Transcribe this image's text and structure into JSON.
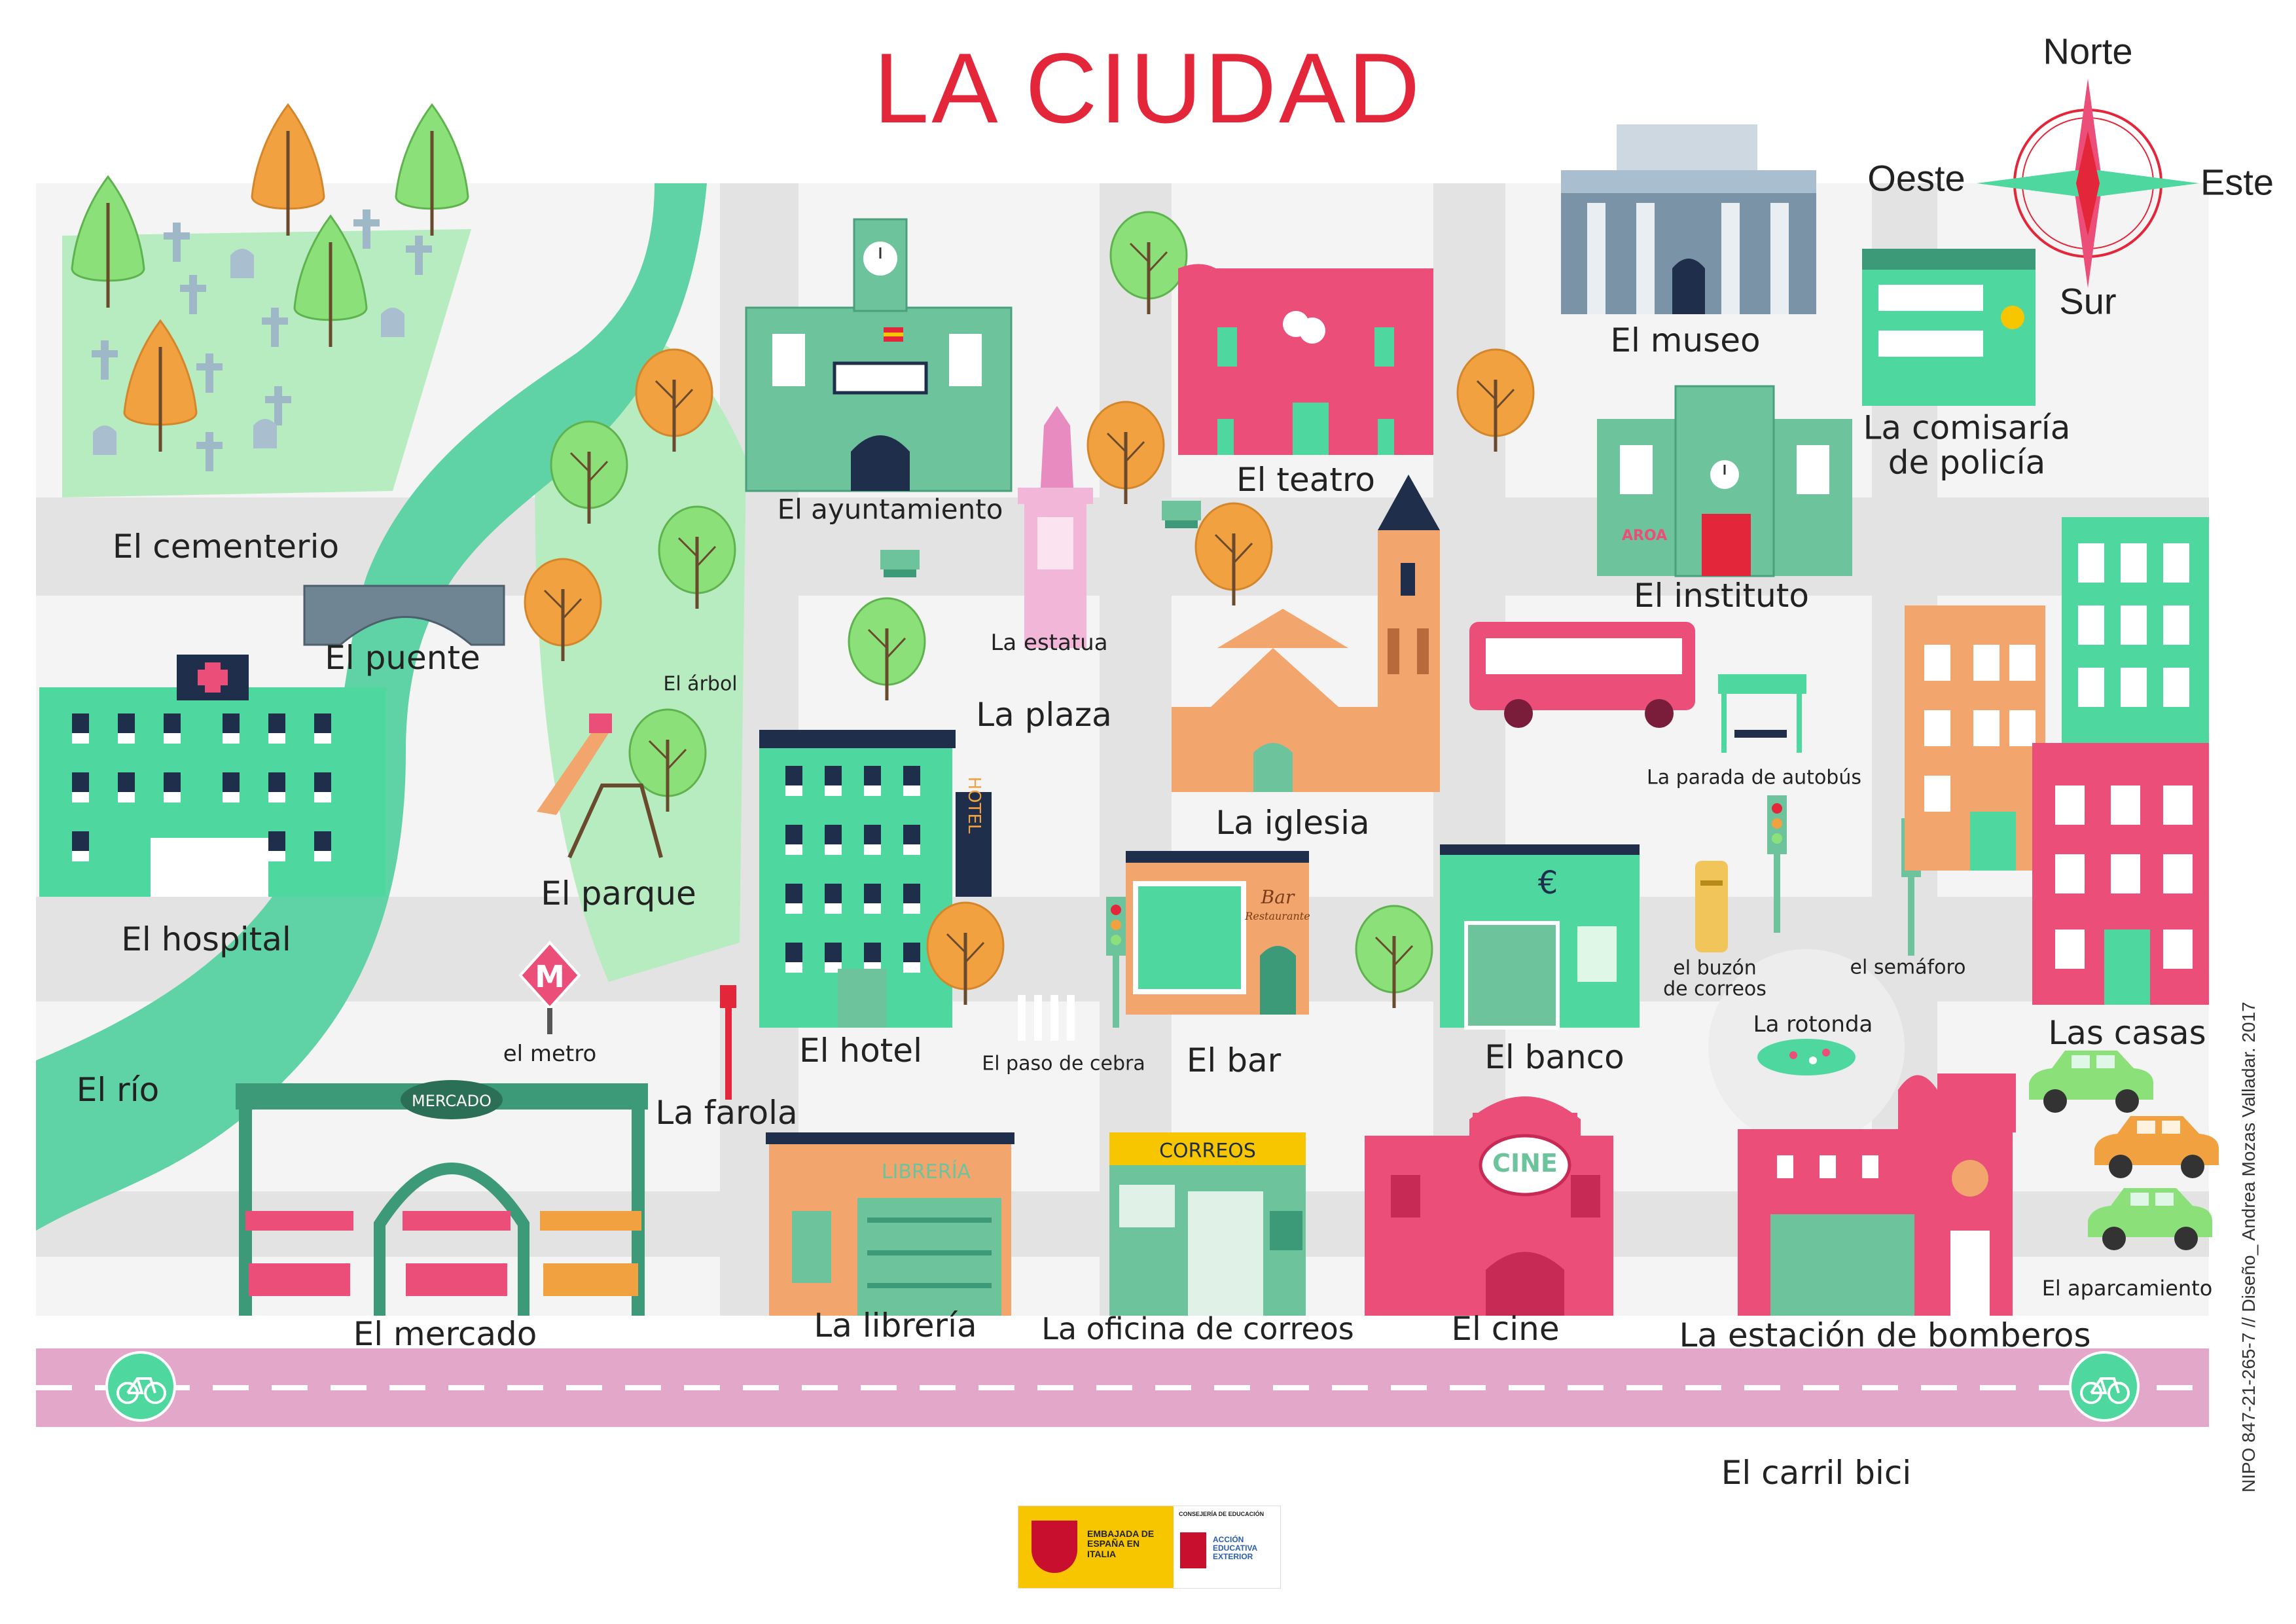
{
  "title": "LA CIUDAD",
  "compass": {
    "north": "Norte",
    "south": "Sur",
    "east": "Este",
    "west": "Oeste"
  },
  "labels": {
    "cementerio": "El cementerio",
    "puente": "El puente",
    "arbol": "El árbol",
    "hospital": "El hospital",
    "parque": "El parque",
    "rio": "El río",
    "metro": "el metro",
    "farola": "La farola",
    "mercado": "El mercado",
    "ayuntamiento": "El ayuntamiento",
    "estatua": "La estatua",
    "plaza": "La plaza",
    "hotel": "El hotel",
    "paso_cebra": "El paso de cebra",
    "libreria": "La librería",
    "teatro": "El teatro",
    "iglesia": "La iglesia",
    "bar": "El bar",
    "oficina_correos": "La oficina de correos",
    "museo": "El museo",
    "instituto": "El instituto",
    "parada_autobus": "La parada de autobús",
    "buzon": "el buzón de correos",
    "banco": "El banco",
    "cine": "El cine",
    "rotonda": "La rotonda",
    "semaforo": "el semáforo",
    "comisaria": "La comisaría de policía",
    "casas": "Las casas",
    "bomberos": "La estación de bomberos",
    "aparcamiento": "El aparcamiento",
    "carril_bici": "El carril bici"
  },
  "signs": {
    "mercado": "MERCADO",
    "libreria": "LIBRERÍA",
    "correos": "CORREOS",
    "cine": "CINE",
    "bar": "Bar",
    "bar_sub": "Restaurante",
    "hotel": "HOTEL",
    "metro": "M",
    "instituto_graffiti": "AROA",
    "banco": "€"
  },
  "credit": "NIPO 847-21-265-7 // Diseño_ Andrea Mozas Valladar. 2017",
  "logos": {
    "embajada": "EMBAJADA DE ESPAÑA EN ITALIA",
    "consejeria": "CONSEJERÍA DE EDUCACIÓN",
    "accion": "ACCIÓN EDUCATIVA EXTERIOR"
  },
  "colors": {
    "title": "#e3263a",
    "mint": "#4fd7a0",
    "river": "#5fd2a6",
    "road": "#e6e6e6",
    "bike_lane": "#e3a8c9",
    "pink": "#ea4e79",
    "orange": "#f2a56c",
    "teal_building": "#6cc39c",
    "tree_green": "#8be07a",
    "tree_orange": "#f2a140"
  }
}
